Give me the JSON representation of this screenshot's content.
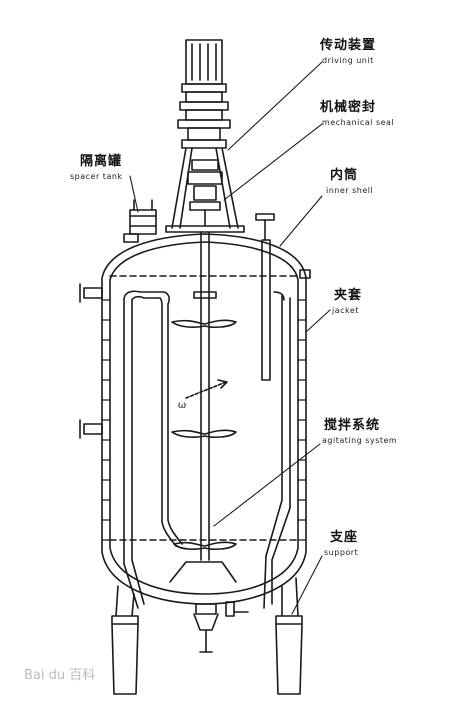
{
  "labels": {
    "driving_unit": {
      "zh": "传动装置",
      "en": "driving unit"
    },
    "mechanical_seal": {
      "zh": "机械密封",
      "en": "mechanical seal"
    },
    "spacer_tank": {
      "zh": "隔离罐",
      "en": "spacer tank"
    },
    "inner_shell": {
      "zh": "内筒",
      "en": "inner shell"
    },
    "jacket": {
      "zh": "夹套",
      "en": "jacket"
    },
    "agitating_system": {
      "zh": "搅拌系统",
      "en": "agitating system"
    },
    "support": {
      "zh": "支座",
      "en": "support"
    }
  },
  "omega_symbol": "ω",
  "watermark": "Bai du 百科"
}
